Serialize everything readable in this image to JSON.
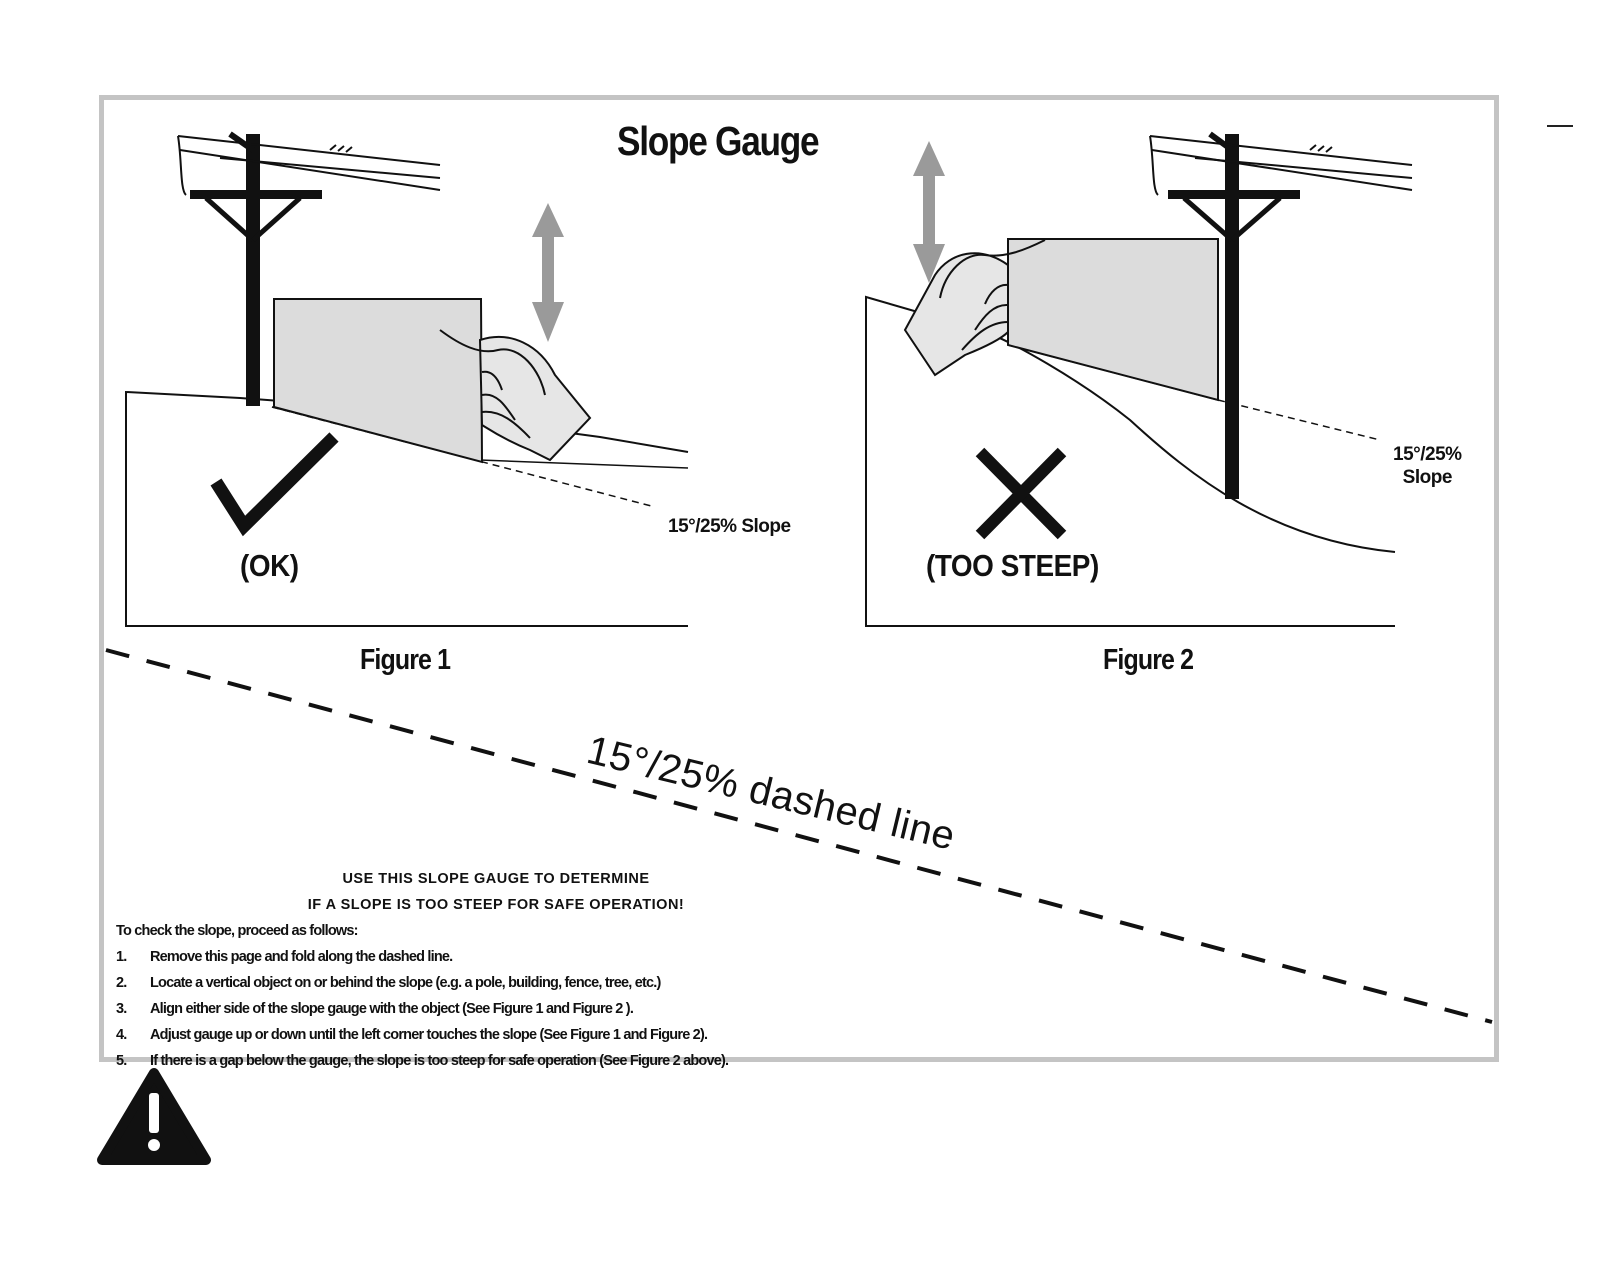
{
  "title": "Slope Gauge",
  "figure1": {
    "caption": "Figure 1",
    "verdict": "(OK)",
    "slope_label": "15°/25% Slope",
    "verdict_icon": "check-mark-icon"
  },
  "figure2": {
    "caption": "Figure 2",
    "verdict": "(TOO STEEP)",
    "slope_label_line1": "15°/25%",
    "slope_label_line2": "Slope",
    "verdict_icon": "x-mark-icon"
  },
  "dashed_line_label": "15°/25% dashed line",
  "instructions": {
    "heading_line1": "USE THIS SLOPE GAUGE TO DETERMINE",
    "heading_line2": "IF A SLOPE IS TOO STEEP FOR SAFE OPERATION!",
    "intro": "To check the slope, proceed as follows:",
    "steps": [
      {
        "num": "1.",
        "text": "Remove this page and fold along the dashed line."
      },
      {
        "num": "2.",
        "text": "Locate a vertical object on or behind the slope (e.g. a pole, building, fence, tree, etc.)"
      },
      {
        "num": "3.",
        "text": "Align either side of the slope gauge with the object (See Figure 1 and Figure 2 )."
      },
      {
        "num": "4.",
        "text": "Adjust gauge up or down until the left corner touches the slope (See Figure 1 and Figure 2)."
      },
      {
        "num": "5.",
        "text": "If there is a gap below the gauge, the slope is too steep for safe operation (See Figure 2 above)."
      }
    ]
  },
  "colors": {
    "frame": "#c4c4c4",
    "gauge_fill": "#dcdcdc",
    "arrow": "#9a9a9a",
    "ink": "#111111"
  },
  "warning_icon": "warning-triangle-icon"
}
